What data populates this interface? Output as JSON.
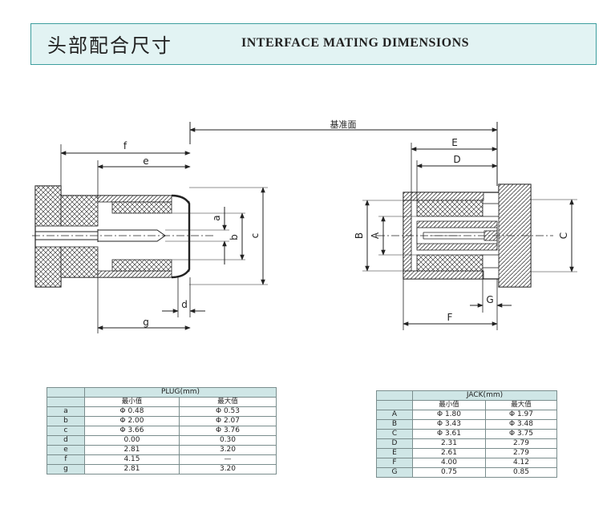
{
  "header": {
    "title_cn": "头部配合尺寸",
    "title_en": "INTERFACE MATING DIMENSIONS"
  },
  "drawing": {
    "reference_plane": "基准面",
    "plug_labels": [
      "f",
      "e",
      "a",
      "b",
      "c",
      "d",
      "g"
    ],
    "jack_labels": [
      "E",
      "D",
      "B",
      "A",
      "C",
      "G",
      "F"
    ]
  },
  "plug_table": {
    "title": "PLUG(mm)",
    "col_min": "最小值",
    "col_max": "最大值",
    "rows": [
      {
        "label": "a",
        "min": "Φ 0.48",
        "max": "Φ 0.53"
      },
      {
        "label": "b",
        "min": "Φ 2.00",
        "max": "Φ 2.07"
      },
      {
        "label": "c",
        "min": "Φ 3.66",
        "max": "Φ 3.76"
      },
      {
        "label": "d",
        "min": "0.00",
        "max": "0.30"
      },
      {
        "label": "e",
        "min": "2.81",
        "max": "3.20"
      },
      {
        "label": "f",
        "min": "4.15",
        "max": "—"
      },
      {
        "label": "g",
        "min": "2.81",
        "max": "3.20"
      }
    ]
  },
  "jack_table": {
    "title": "JACK(mm)",
    "col_min": "最小值",
    "col_max": "最大值",
    "rows": [
      {
        "label": "A",
        "min": "Φ 1.80",
        "max": "Φ 1.97"
      },
      {
        "label": "B",
        "min": "Φ 3.43",
        "max": "Φ 3.48"
      },
      {
        "label": "C",
        "min": "Φ 3.61",
        "max": "Φ 3.75"
      },
      {
        "label": "D",
        "min": "2.31",
        "max": "2.79"
      },
      {
        "label": "E",
        "min": "2.61",
        "max": "2.79"
      },
      {
        "label": "F",
        "min": "4.00",
        "max": "4.12"
      },
      {
        "label": "G",
        "min": "0.75",
        "max": "0.85"
      }
    ]
  }
}
